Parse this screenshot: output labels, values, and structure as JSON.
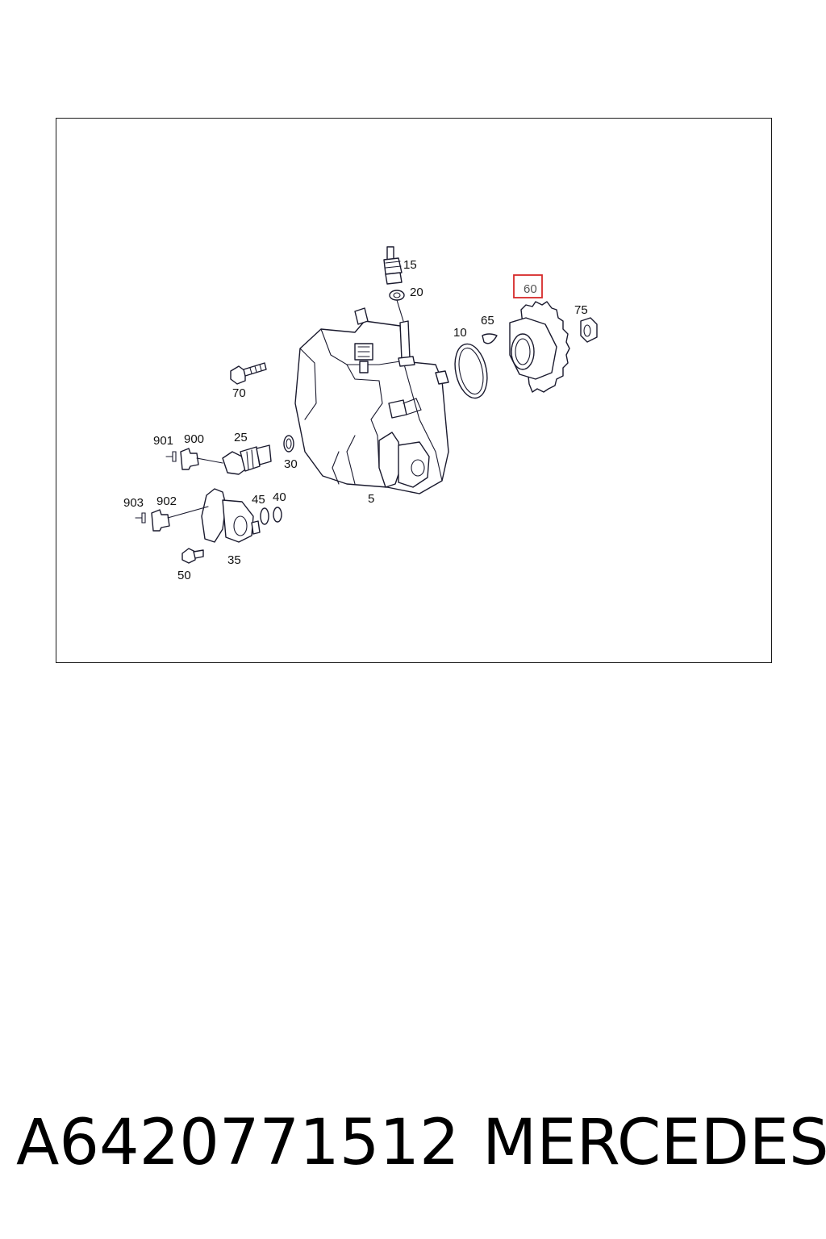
{
  "diagram": {
    "highlighted_callout": "60",
    "highlight_color": "#d62a2a",
    "callouts": {
      "c5": "5",
      "c10": "10",
      "c15": "15",
      "c20": "20",
      "c25": "25",
      "c30": "30",
      "c35": "35",
      "c40": "40",
      "c45": "45",
      "c50": "50",
      "c60": "60",
      "c65": "65",
      "c70": "70",
      "c75": "75",
      "c900": "900",
      "c901": "901",
      "c902": "902",
      "c903": "903"
    }
  },
  "caption": {
    "part_number": "A6420771512",
    "brand": "MERCEDES"
  }
}
